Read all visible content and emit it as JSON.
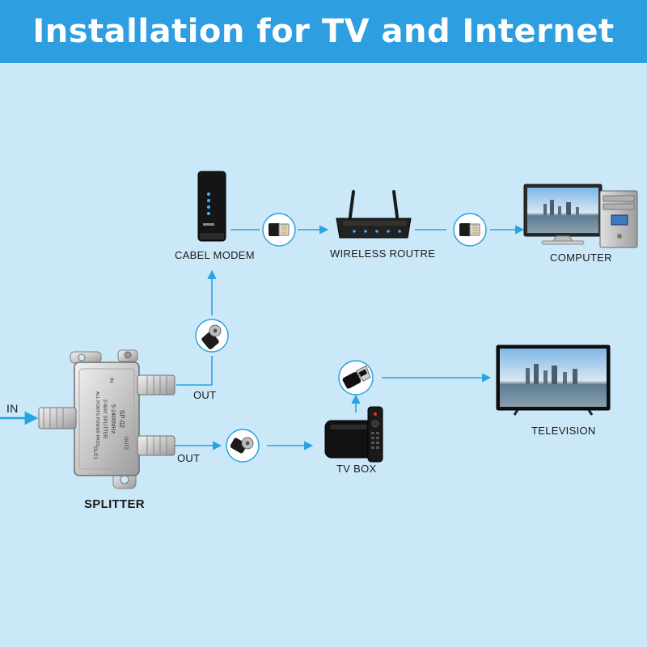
{
  "title": "Installation for TV and Internet",
  "labels": {
    "in": "IN",
    "out_top": "OUT",
    "out_bottom": "OUT",
    "splitter": "SPLITTER",
    "modem": "CABEL MODEM",
    "router": "WIRELESS ROUTRE",
    "computer": "COMPUTER",
    "tvbox": "TV BOX",
    "television": "TELEVISION"
  },
  "splitter_text": {
    "model": "SP-02",
    "freq": "5-2400MHz",
    "desc": "2-WAY SPLITTER",
    "pass": "ALL PORTS POWER PASS",
    "in_port": "IN",
    "out1": "OUT1",
    "out2": "OUT2"
  },
  "colors": {
    "banner": "#2d9ee0",
    "background": "#cbe8f8",
    "arrow": "#29a3e0"
  }
}
